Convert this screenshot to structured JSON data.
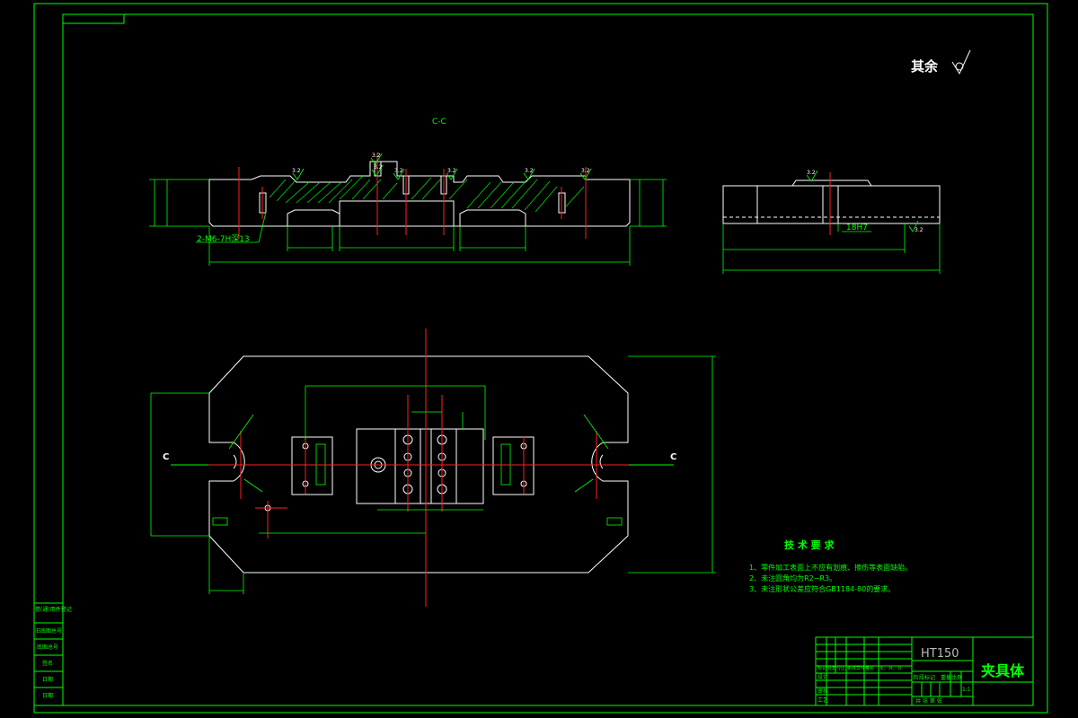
{
  "header": {
    "roughness_note": "其余",
    "section_label": "C-C"
  },
  "front_view": {
    "thread_note": "2-M6-7H深13",
    "roughness_values": [
      "3.2",
      "3.2",
      "3.2",
      "3.2",
      "3.2",
      "3.2",
      "3.2"
    ]
  },
  "side_view": {
    "bore_fit": "18H7",
    "roughness": "3.2",
    "roughness_main": "3.2"
  },
  "plan_view": {
    "section_mark_left": "C",
    "section_mark_right": "C"
  },
  "tech_requirements": {
    "title": "技 术 要 求",
    "items": [
      "1、零件加工表面上不应有划痕、擦伤等表面缺陷。",
      "2、未注圆角均为R2~R3。",
      "3、未注形状公差应符合GB1184-80的要求。"
    ]
  },
  "title_block": {
    "material": "HT150",
    "part_name": "夹具体",
    "scale": "1:1",
    "row_labels": [
      "标记",
      "处数",
      "分区",
      "更改文件号",
      "签名",
      "年、月、日"
    ],
    "roles": [
      "设计",
      "审核",
      "工艺"
    ],
    "stage_labels": [
      "阶段标记",
      "重量",
      "比例"
    ],
    "sheet_info": "共  张  第  张"
  },
  "left_strip": {
    "labels": [
      "借(通)用件登记",
      "旧底图总号",
      "底图总号",
      "签名",
      "日期",
      "日期"
    ]
  },
  "colors": {
    "background": "#000000",
    "frame": "#00ff00",
    "outline": "#ffffff",
    "centerline": "#ff2020"
  }
}
